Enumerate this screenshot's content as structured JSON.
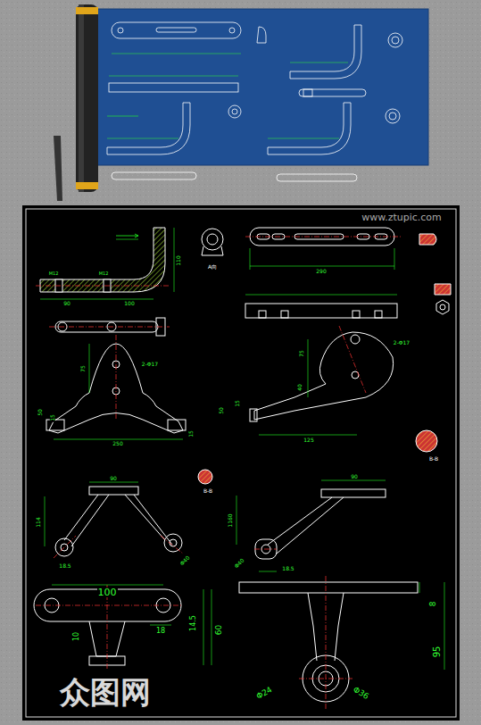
{
  "diagram": {
    "labels": [
      "www.ztupic.com",
      "A向",
      "M12",
      "M12",
      "90",
      "100",
      "110",
      "290",
      "75",
      "2-Φ17",
      "50",
      "15",
      "250",
      "15",
      "2-Φ17",
      "75",
      "40",
      "50",
      "15",
      "125",
      "B-B",
      "B-B",
      "90",
      "114",
      "18.5",
      "Φ40",
      "90",
      "1160",
      "Φ40",
      "18.5",
      "100",
      "10",
      "18",
      "14.5",
      "60",
      "8",
      "95",
      "Φ24",
      "Φ36",
      "众图网"
    ]
  }
}
